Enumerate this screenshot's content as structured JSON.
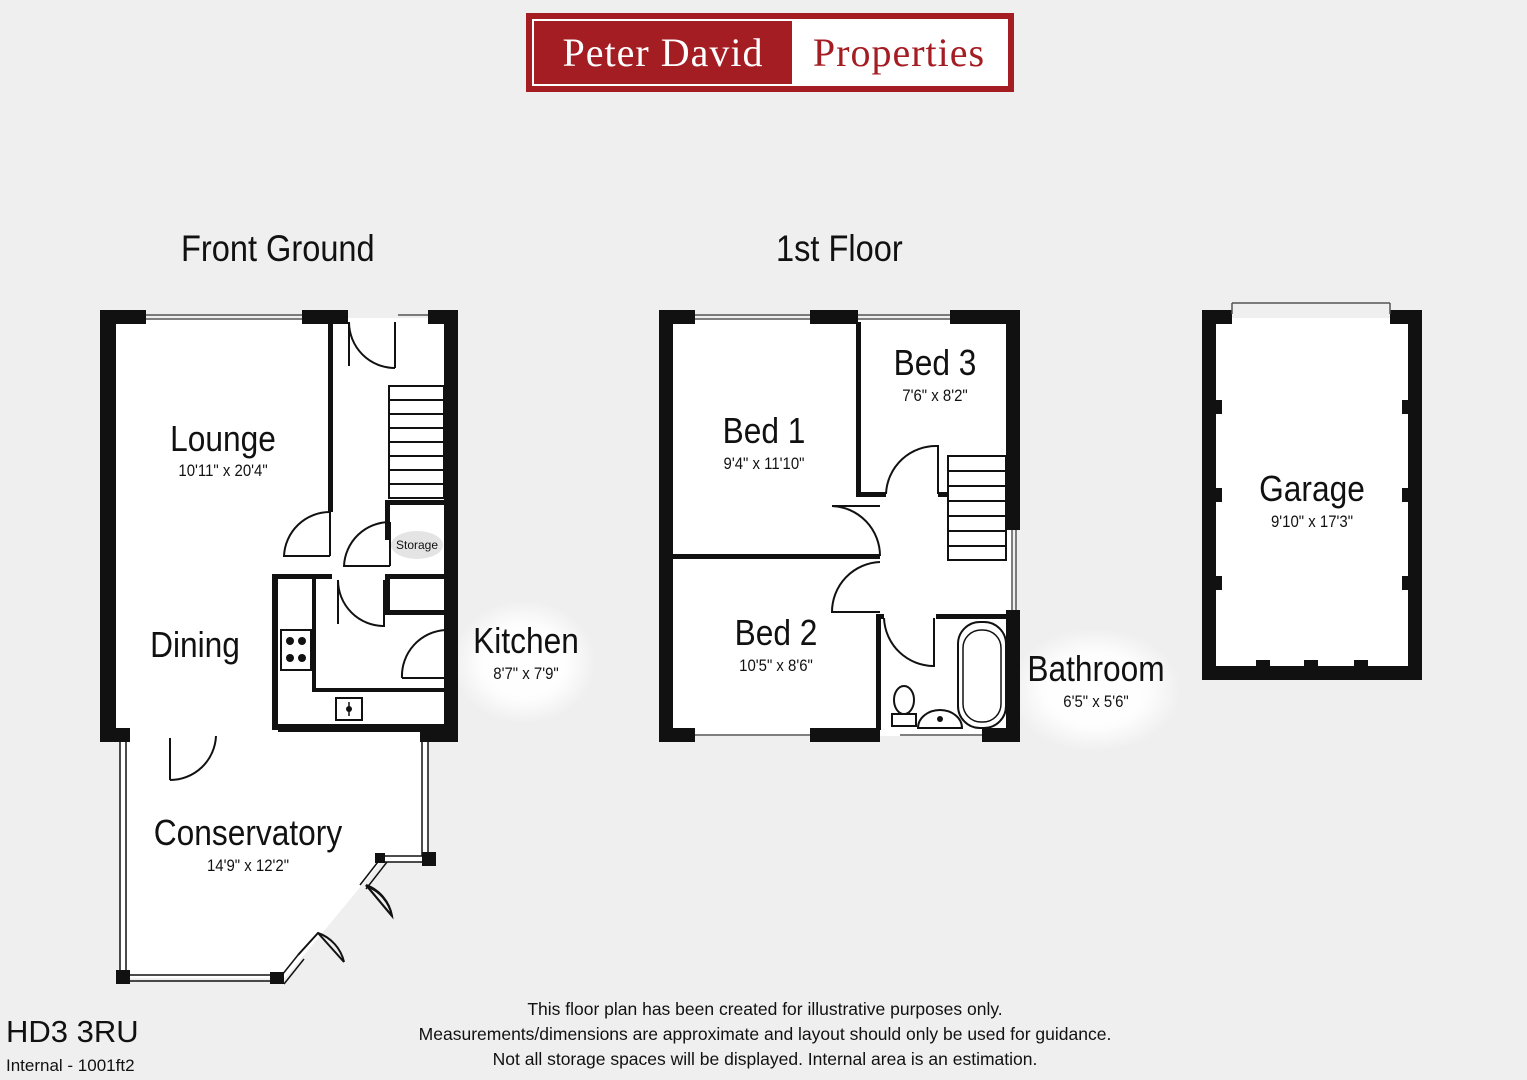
{
  "logo": {
    "left": "Peter David",
    "right": "Properties"
  },
  "floors": {
    "ground": {
      "title": "Front Ground"
    },
    "first": {
      "title": "1st Floor"
    }
  },
  "rooms": {
    "lounge": {
      "name": "Lounge",
      "dim": "10'11\" x 20'4\""
    },
    "dining": {
      "name": "Dining"
    },
    "storage": {
      "name": "Storage"
    },
    "kitchen": {
      "name": "Kitchen",
      "dim": "8'7\" x 7'9\""
    },
    "conservatory": {
      "name": "Conservatory",
      "dim": "14'9\" x 12'2\""
    },
    "bed1": {
      "name": "Bed 1",
      "dim": "9'4\" x 11'10\""
    },
    "bed2": {
      "name": "Bed 2",
      "dim": "10'5\" x 8'6\""
    },
    "bed3": {
      "name": "Bed 3",
      "dim": "7'6\" x 8'2\""
    },
    "bathroom": {
      "name": "Bathroom",
      "dim": "6'5\" x 5'6\""
    },
    "garage": {
      "name": "Garage",
      "dim": "9'10\" x 17'3\""
    }
  },
  "disclaimer": [
    "This floor plan has been created for illustrative purposes only.",
    "Measurements/dimensions are approximate and layout should only be used for guidance.",
    "Not all storage spaces will be displayed. Internal area is an estimation."
  ],
  "postcode": "HD3 3RU",
  "internal_area": "Internal - 1001ft2"
}
